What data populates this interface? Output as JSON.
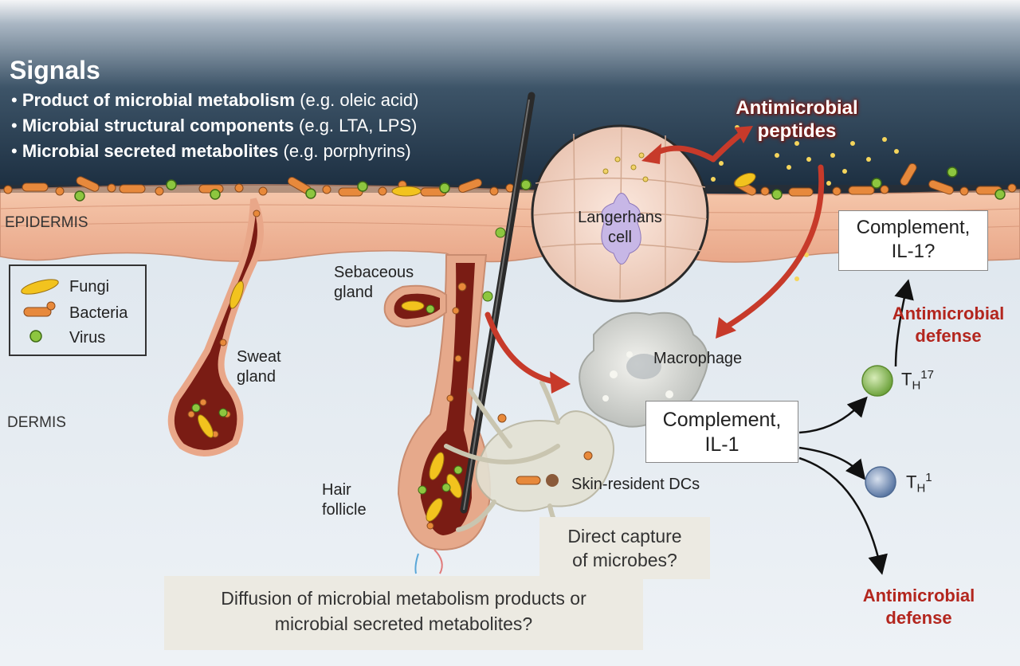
{
  "signals": {
    "title": "Signals",
    "items": [
      {
        "bold": "Product of microbial metabolism",
        "example": "(e.g. oleic acid)"
      },
      {
        "bold": "Microbial structural components",
        "example": "(e.g. LTA, LPS)"
      },
      {
        "bold": "Microbial secreted metabolites",
        "example": "(e.g. porphyrins)"
      }
    ]
  },
  "layers": {
    "epidermis": "EPIDERMIS",
    "dermis": "DERMIS"
  },
  "legend": {
    "fungi": "Fungi",
    "bacteria": "Bacteria",
    "virus": "Virus"
  },
  "labels": {
    "sweat_gland_1": "Sweat",
    "sweat_gland_2": "gland",
    "sebaceous_1": "Sebaceous",
    "sebaceous_2": "gland",
    "hair_1": "Hair",
    "hair_2": "follicle",
    "langerhans_1": "Langerhans",
    "langerhans_2": "cell",
    "macrophage": "Macrophage",
    "skin_dcs": "Skin-resident DCs",
    "amp_1": "Antimicrobial",
    "amp_2": "peptides"
  },
  "boxes": {
    "complement_top_1": "Complement,",
    "complement_top_2": "IL-1?",
    "complement_mid_1": "Complement,",
    "complement_mid_2": "IL-1",
    "direct_capture_1": "Direct capture",
    "direct_capture_2": "of microbes?",
    "diffusion_1": "Diffusion of microbial metabolism products or",
    "diffusion_2": "microbial secreted metabolites?"
  },
  "defense": {
    "upper_1": "Antimicrobial",
    "upper_2": "defense",
    "lower_1": "Antimicrobial",
    "lower_2": "defense"
  },
  "th_cells": {
    "th17": {
      "base": "T",
      "sub": "H",
      "sup": "17"
    },
    "th1": {
      "base": "T",
      "sub": "H",
      "sup": "1"
    }
  },
  "colors": {
    "sky_dark": "#1f3347",
    "epidermis": "#f0b89a",
    "dermis": "#e6ecf2",
    "arrow_red": "#c73a2a",
    "defense_red": "#b3261e",
    "th17": "#8bc34a",
    "th1": "#7f9bc4"
  }
}
